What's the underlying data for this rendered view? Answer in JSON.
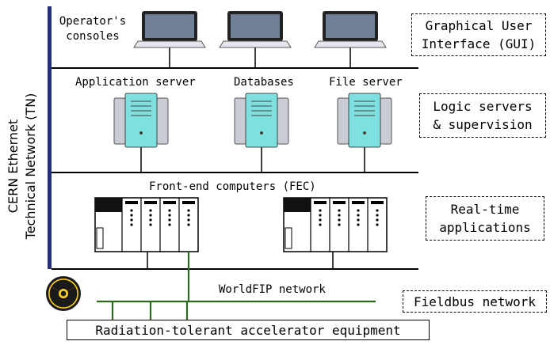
{
  "network_label": "CERN Ethernet\nTechnical Network (TN)",
  "tiers": {
    "gui": {
      "node_label": "Operator's\nconsoles",
      "description": "Graphical User\nInterface (GUI)"
    },
    "servers": {
      "application": "Application server",
      "databases": "Databases",
      "file": "File server",
      "description": "Logic servers\n& supervision"
    },
    "fec": {
      "label": "Front-end computers (FEC)",
      "description": "Real-time\napplications"
    },
    "fieldbus": {
      "label": "WorldFIP network",
      "description": "Fieldbus network"
    }
  },
  "equipment": "Radiation-tolerant accelerator equipment",
  "colors": {
    "network_bar": "#23307a",
    "fieldbus_line": "#2e6b1e",
    "server_body": "#c9cdd3",
    "server_front": "#7fe0e0",
    "radiation_yellow": "#ffd21f"
  },
  "icons": [
    "laptop-icon",
    "server-icon",
    "fec-rack-icon",
    "radiation-hazard-icon"
  ]
}
